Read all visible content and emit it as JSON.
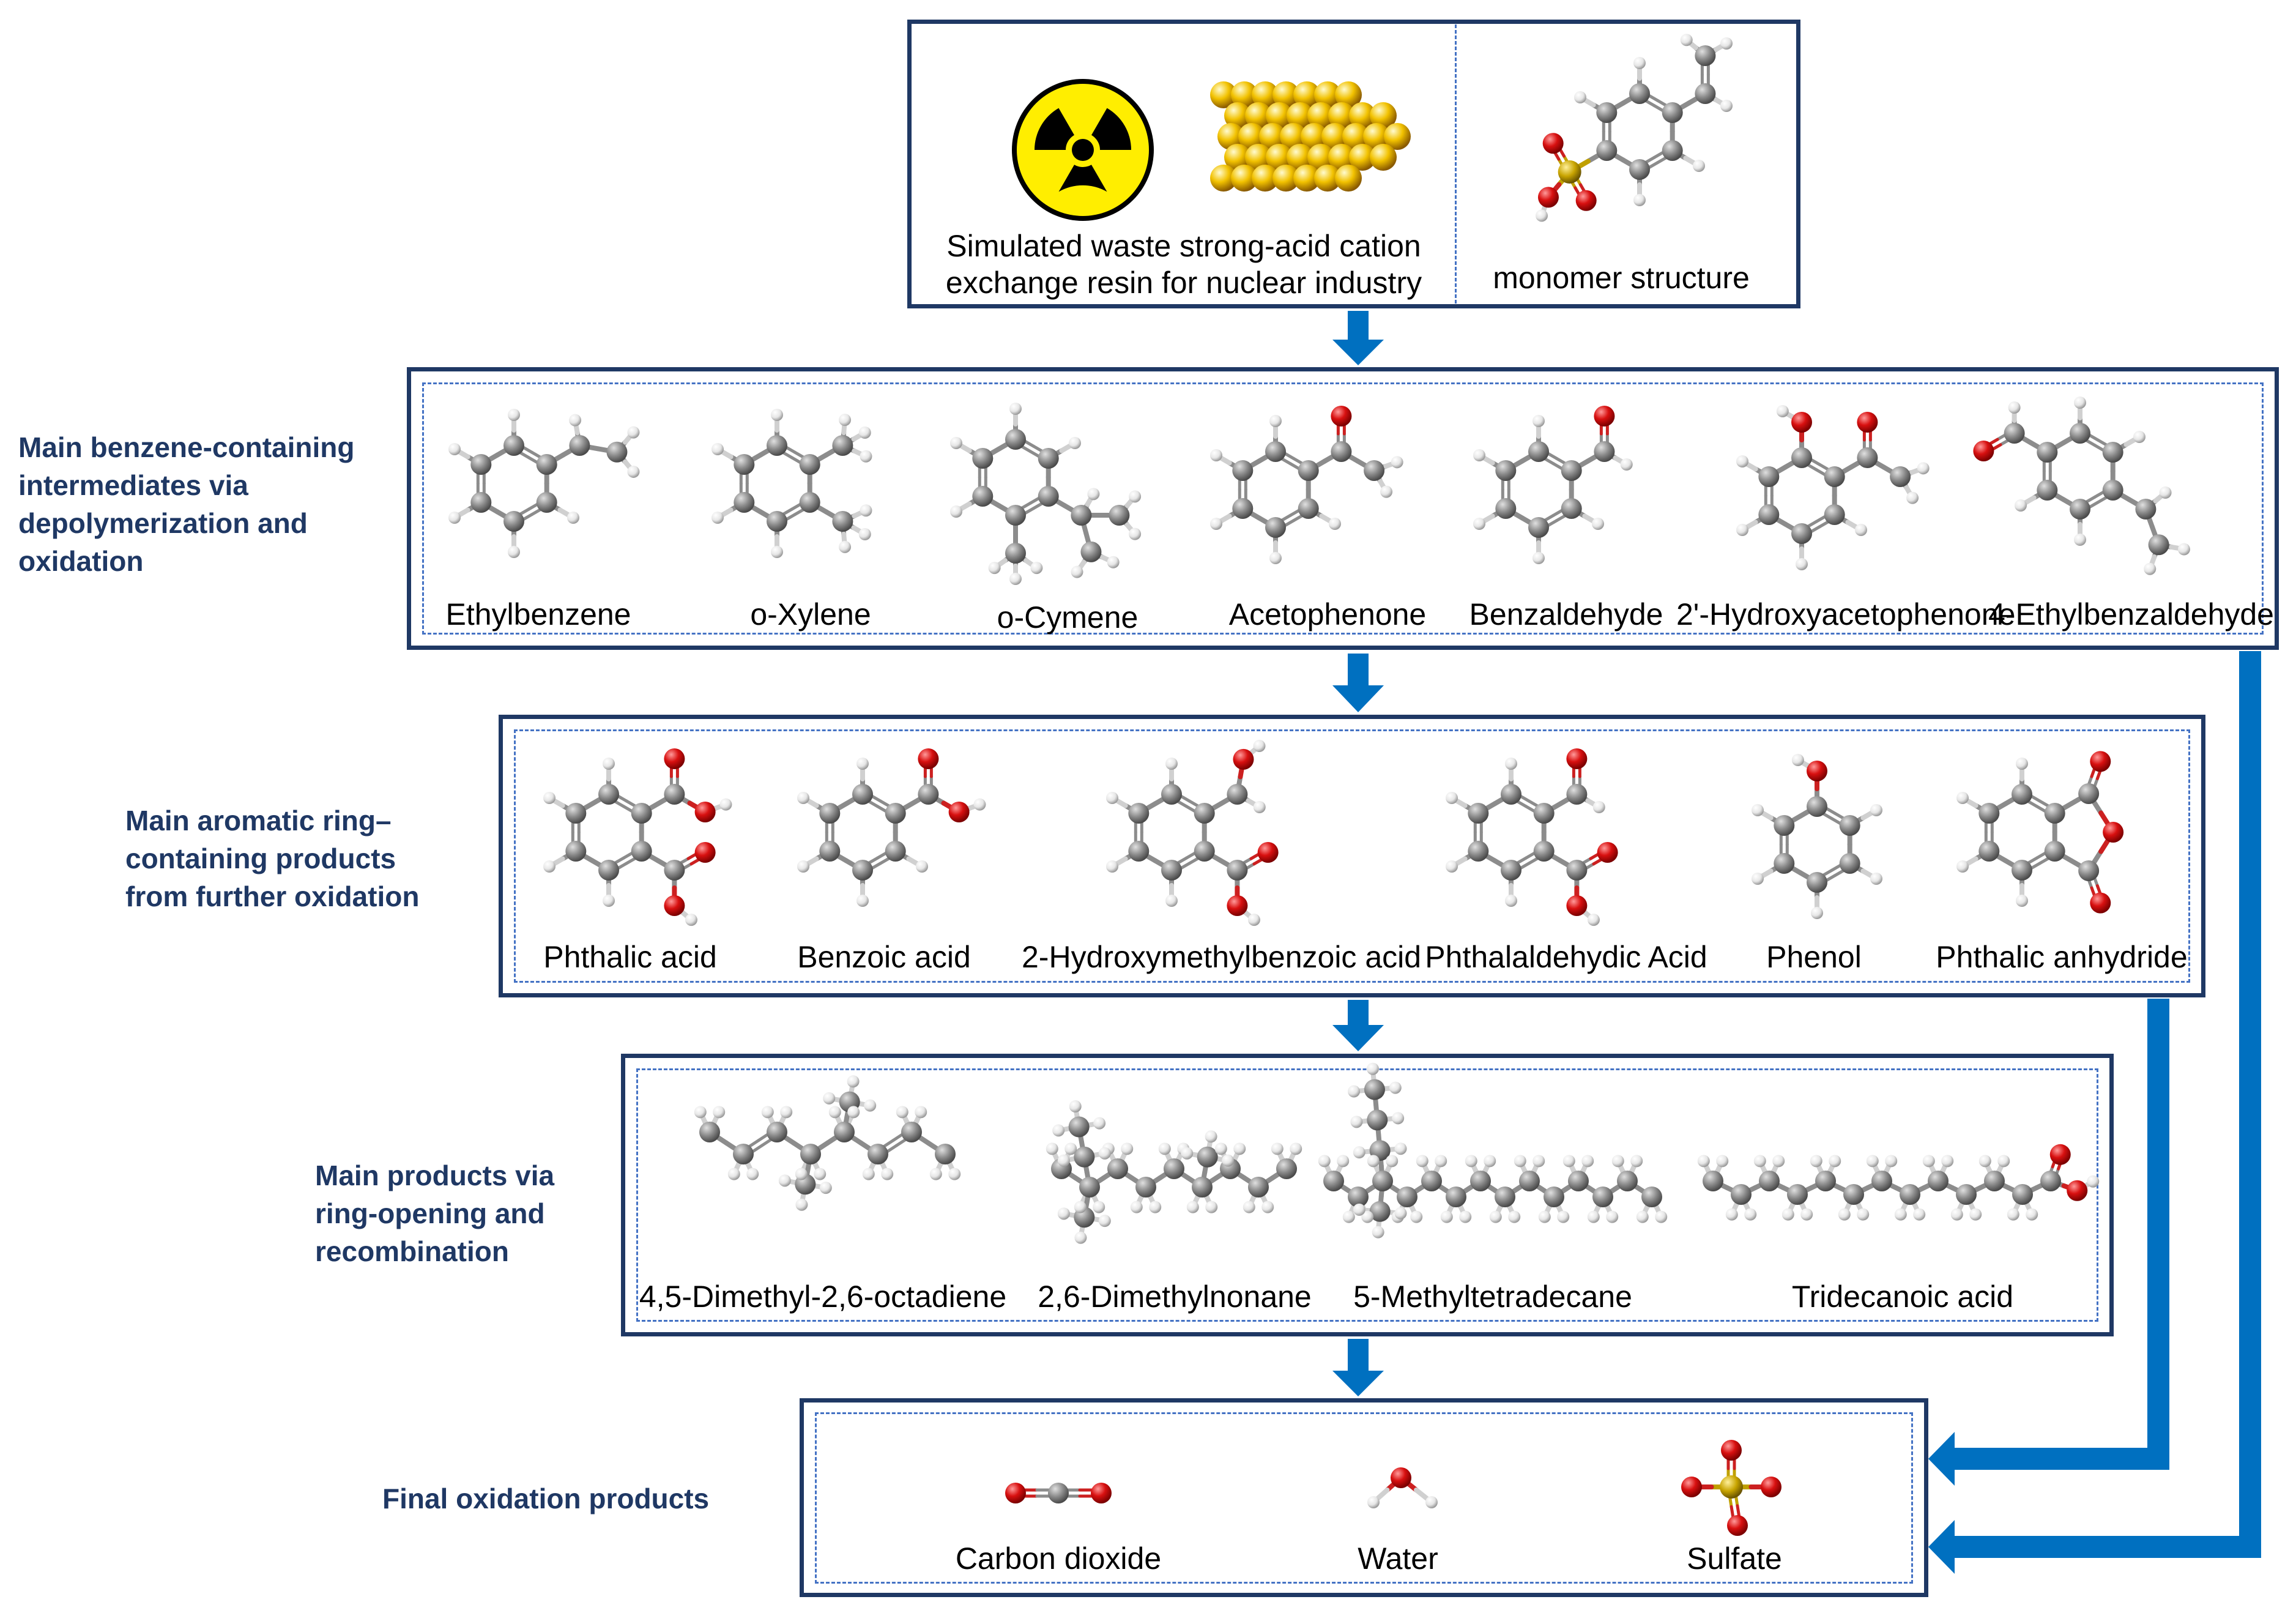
{
  "colors": {
    "frame": "#1f3864",
    "dashed": "#4472c4",
    "arrow": "#0070c0",
    "label": "#1f3864",
    "carbon": "#808080",
    "oxygen": "#d01010",
    "hydrogen": "#e6e6e6",
    "sulfur": "#c8a400"
  },
  "top": {
    "resin_caption_line1": "Simulated waste strong-acid cation",
    "resin_caption_line2": "exchange resin for nuclear industry",
    "monomer_caption": "monomer structure",
    "icons": [
      "radiation-hazard-icon",
      "resin-beads-icon"
    ]
  },
  "stage1": {
    "label_lines": [
      "Main benzene-containing",
      "intermediates via",
      "depolymerization and",
      "oxidation"
    ],
    "molecules": [
      "Ethylbenzene",
      "o-Xylene",
      "o-Cymene",
      "Acetophenone",
      "Benzaldehyde",
      "2'-Hydroxyacetophenone",
      "4-Ethylbenzaldehyde"
    ]
  },
  "stage2": {
    "label_lines": [
      "Main aromatic ring–",
      "containing products",
      "from further oxidation"
    ],
    "molecules": [
      "Phthalic acid",
      "Benzoic acid",
      "2-Hydroxymethylbenzoic acid",
      "Phthalaldehydic Acid",
      "Phenol",
      "Phthalic anhydride"
    ]
  },
  "stage3": {
    "label_lines": [
      "Main products via",
      "ring-opening and",
      "recombination"
    ],
    "molecules": [
      "4,5-Dimethyl-2,6-octadiene",
      "2,6-Dimethylnonane",
      "5-Methyltetradecane",
      "Tridecanoic acid"
    ]
  },
  "stage4": {
    "label_lines": [
      "Final oxidation products"
    ],
    "molecules": [
      "Carbon dioxide",
      "Water",
      "Sulfate"
    ]
  }
}
